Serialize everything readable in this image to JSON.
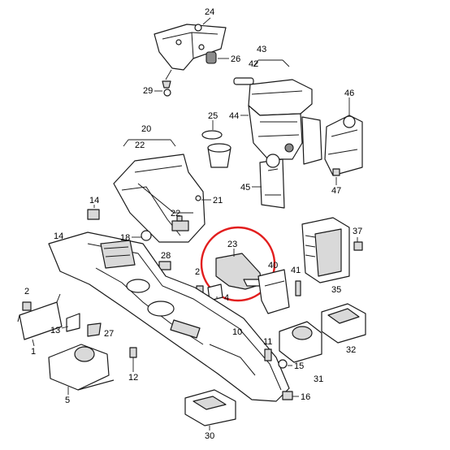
{
  "diagram": {
    "highlight_color": "#e21d1d",
    "labels": [
      {
        "id": "24",
        "text": "24"
      },
      {
        "id": "26",
        "text": "26"
      },
      {
        "id": "29",
        "text": "29"
      },
      {
        "id": "43",
        "text": "43"
      },
      {
        "id": "42",
        "text": "42"
      },
      {
        "id": "46",
        "text": "46"
      },
      {
        "id": "44",
        "text": "44"
      },
      {
        "id": "25",
        "text": "25"
      },
      {
        "id": "20",
        "text": "20"
      },
      {
        "id": "22a",
        "text": "22"
      },
      {
        "id": "21",
        "text": "21"
      },
      {
        "id": "47",
        "text": "47"
      },
      {
        "id": "45",
        "text": "45"
      },
      {
        "id": "14a",
        "text": "14"
      },
      {
        "id": "22b",
        "text": "22"
      },
      {
        "id": "37",
        "text": "37"
      },
      {
        "id": "18",
        "text": "18"
      },
      {
        "id": "14b",
        "text": "14"
      },
      {
        "id": "23",
        "text": "23"
      },
      {
        "id": "28",
        "text": "28"
      },
      {
        "id": "40",
        "text": "40"
      },
      {
        "id": "41",
        "text": "41"
      },
      {
        "id": "2a",
        "text": "2"
      },
      {
        "id": "2b",
        "text": "2"
      },
      {
        "id": "4",
        "text": "4"
      },
      {
        "id": "35",
        "text": "35"
      },
      {
        "id": "13",
        "text": "13"
      },
      {
        "id": "27",
        "text": "27"
      },
      {
        "id": "10",
        "text": "10"
      },
      {
        "id": "1",
        "text": "1"
      },
      {
        "id": "11",
        "text": "11"
      },
      {
        "id": "32",
        "text": "32"
      },
      {
        "id": "15",
        "text": "15"
      },
      {
        "id": "12",
        "text": "12"
      },
      {
        "id": "31",
        "text": "31"
      },
      {
        "id": "16",
        "text": "16"
      },
      {
        "id": "5",
        "text": "5"
      },
      {
        "id": "30",
        "text": "30"
      }
    ]
  }
}
